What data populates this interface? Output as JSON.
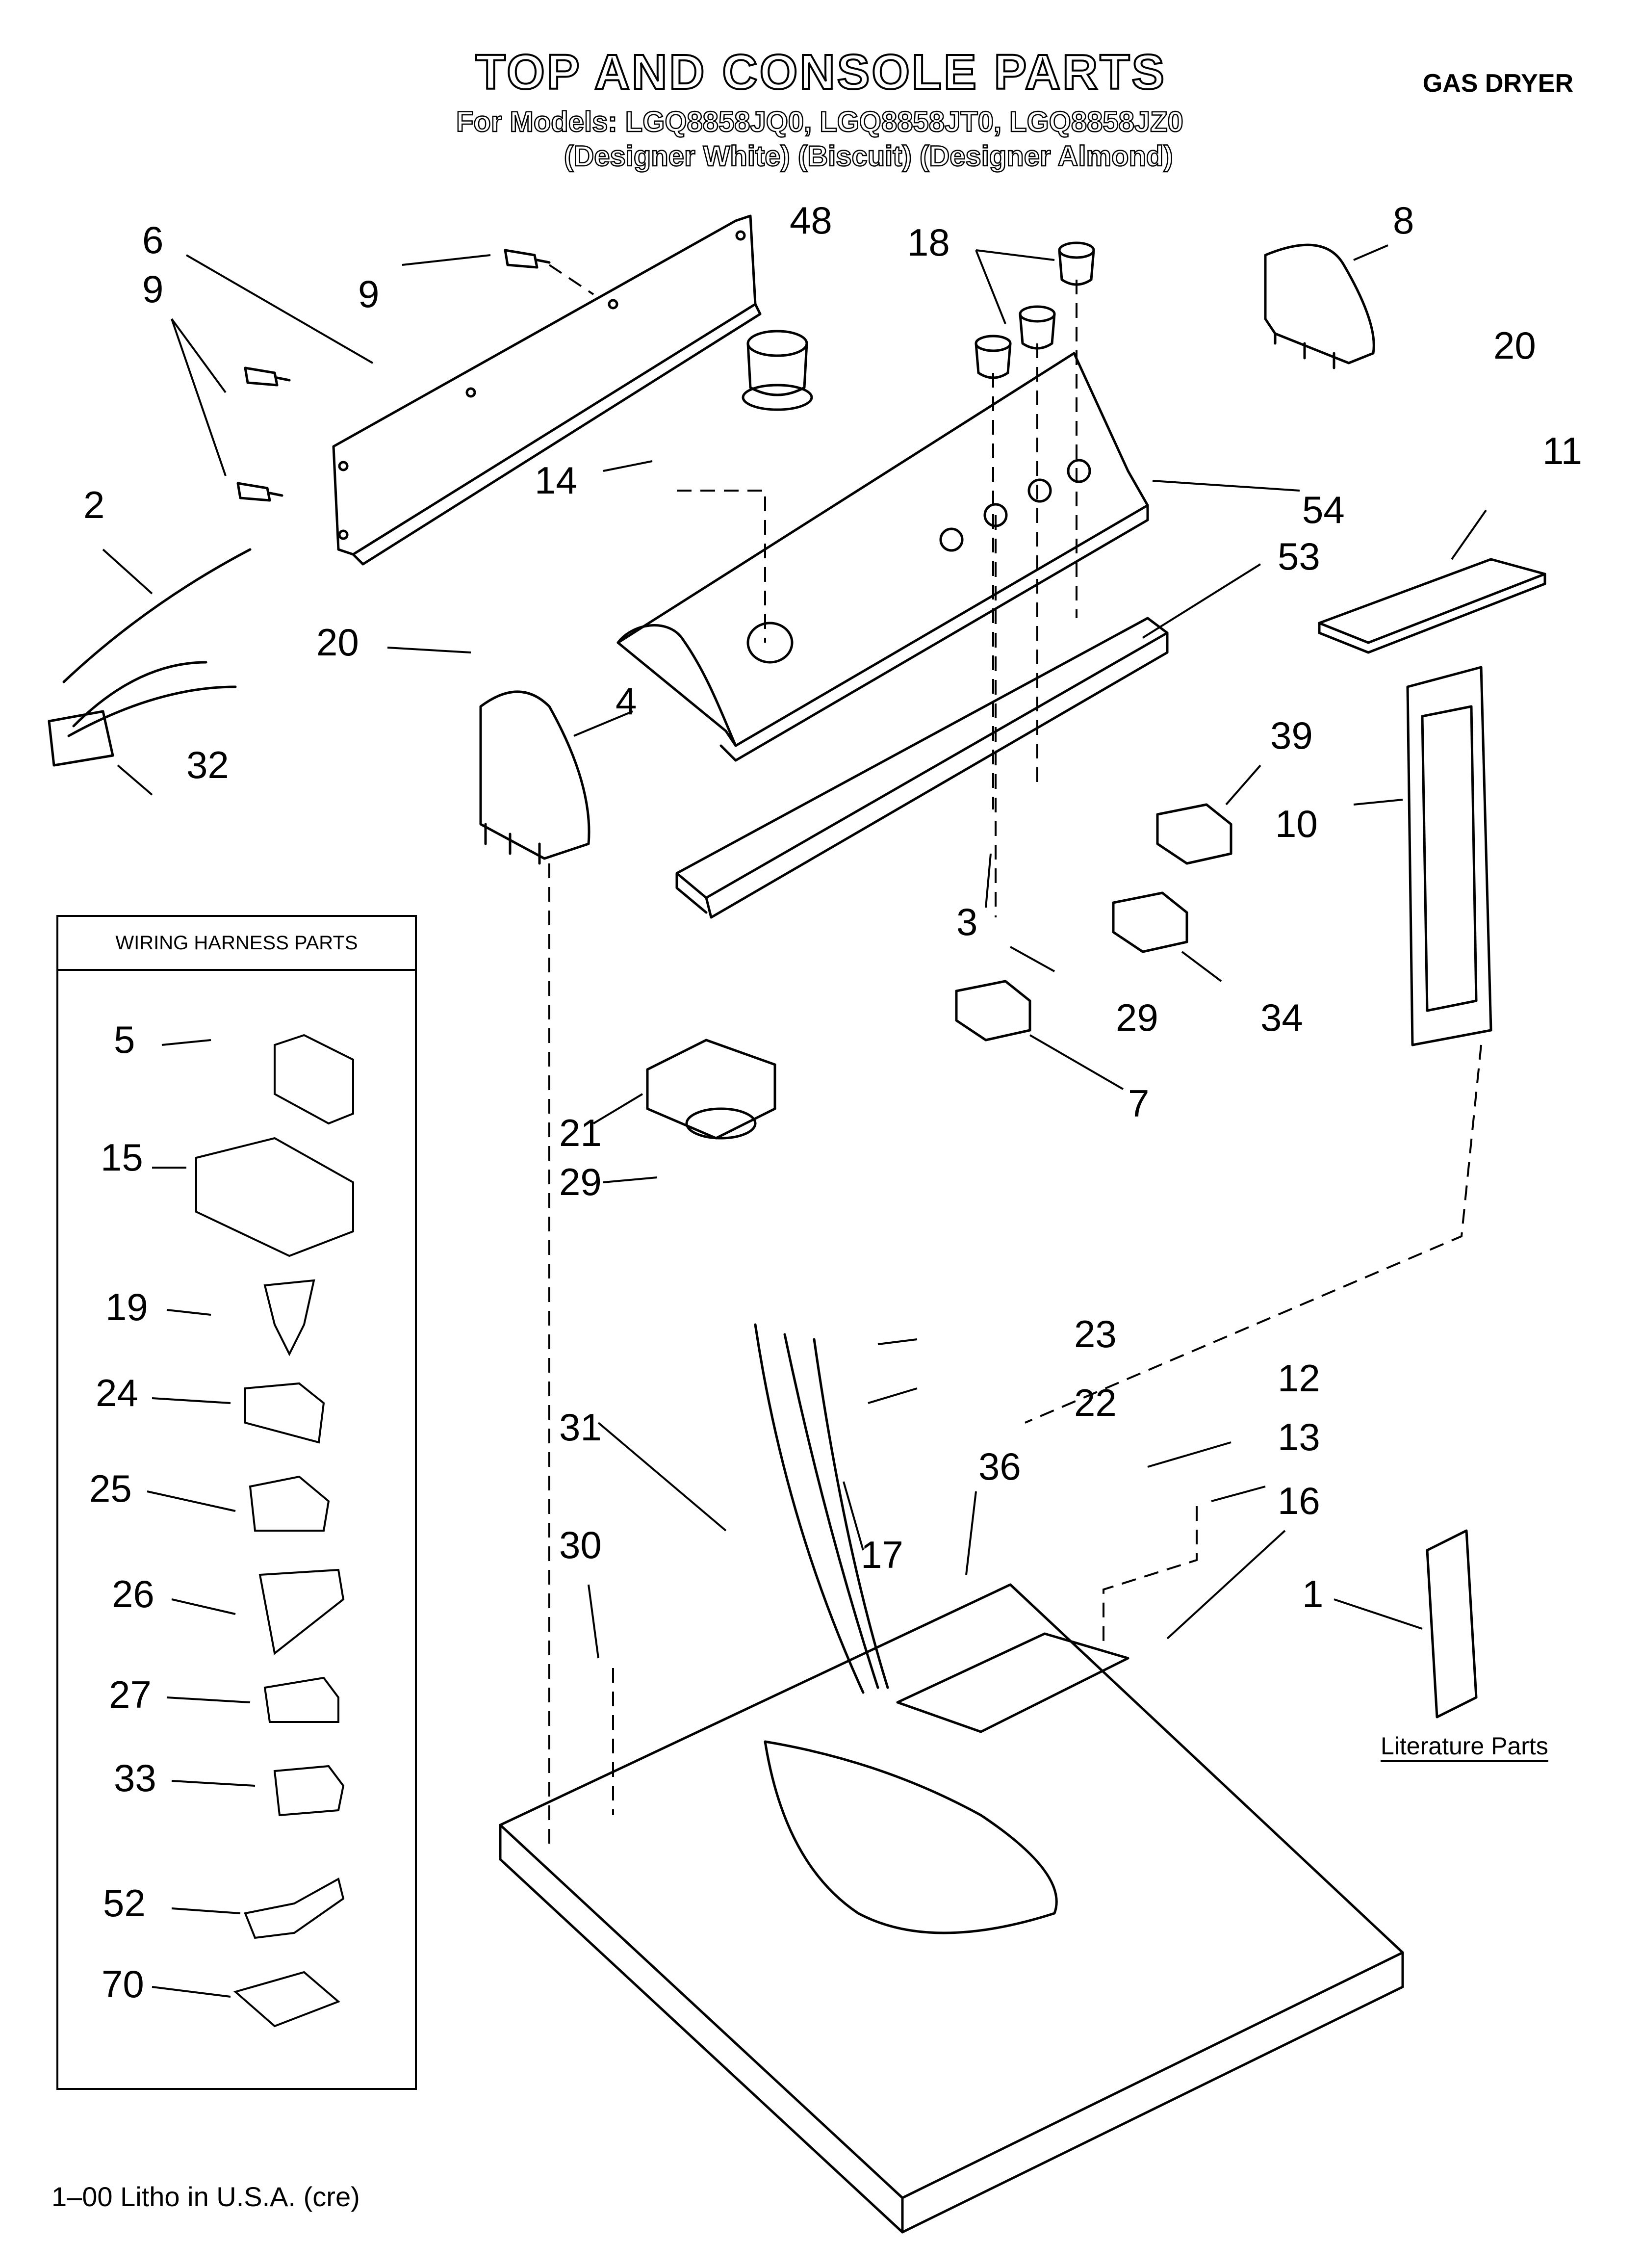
{
  "header": {
    "title": "TOP AND CONSOLE PARTS",
    "models": "For Models: LGQ8858JQ0, LGQ8858JT0, LGQ8858JZ0",
    "colors": "(Designer White)  (Biscuit)  (Designer Almond)",
    "product": "GAS DRYER"
  },
  "wiring_harness": {
    "title": "WIRING HARNESS PARTS",
    "labels": [
      "5",
      "15",
      "19",
      "24",
      "25",
      "26",
      "27",
      "33",
      "52",
      "70"
    ]
  },
  "callouts": [
    "1",
    "2",
    "3",
    "4",
    "6",
    "7",
    "8",
    "9",
    "9",
    "10",
    "11",
    "12",
    "13",
    "14",
    "16",
    "17",
    "18",
    "20",
    "20",
    "21",
    "22",
    "23",
    "29",
    "29",
    "30",
    "31",
    "32",
    "34",
    "36",
    "39",
    "48",
    "53",
    "54"
  ],
  "literature": "Literature Parts",
  "footer": "1–00 Litho in U.S.A. (cre)"
}
